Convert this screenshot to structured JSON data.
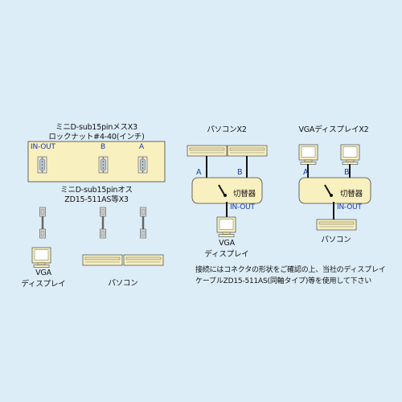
{
  "left_panel": {
    "cable_spec_line1": "ミニD-sub15pinメスX3",
    "cable_spec_line2": "ロックナット#4-40(インチ)",
    "port_in_out": "IN-OUT",
    "port_b": "B",
    "port_a": "A",
    "cable_note_line1": "ミニD-sub15pinオス",
    "cable_note_line2": "ZD15-511AS等X3",
    "display_label_line1": "VGA",
    "display_label_line2": "ディスプレイ",
    "pc_label": "パソコン"
  },
  "middle_panel": {
    "title": "パソコンX2",
    "port_a": "A",
    "port_b": "B",
    "switch_label": "切替器",
    "port_in_out": "IN-OUT",
    "display_label_line1": "VGA",
    "display_label_line2": "ディスプレイ"
  },
  "right_panel": {
    "title": "VGAディスプレイX2",
    "port_a": "A",
    "port_b": "B",
    "switch_label": "切替器",
    "port_in_out": "IN-OUT",
    "pc_label": "パソコン"
  },
  "note": {
    "line1": "接続にはコネクタの形状をご確認の上、当社のディスプレイ",
    "line2": "ケーブルZD15-511AS(同軸タイプ)等を使用して下さい"
  },
  "colors": {
    "background": "#ddedf7",
    "device_fill": "#f9f0bf",
    "port_label_blue": "#1a39a6",
    "line": "#111111"
  }
}
